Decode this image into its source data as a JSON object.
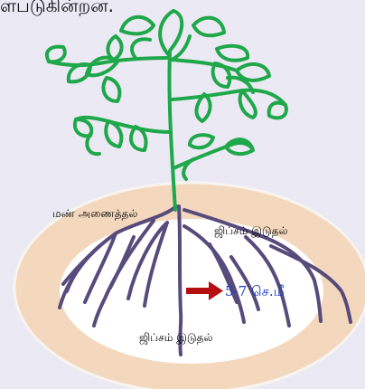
{
  "caption_fragment": "ளபடுகின்றன.",
  "labels": {
    "earthing_up": "மண் அணைத்தல்",
    "gypsum_top": "ஜிப்சம் இடுதல்",
    "gypsum_bottom": "ஜிப்சம் இடுதல்",
    "distance": "5-7 செ.மீ"
  },
  "colors": {
    "background": "#ebe9f3",
    "soil_ring": "#f4d8bd",
    "soil_ring_edge": "#f8f4f0",
    "inner_soil": "#ffffff",
    "plant": "#1fa84a",
    "roots": "#574b7c",
    "arrow": "#b50f12",
    "distance_text": "#1a3cc8"
  }
}
